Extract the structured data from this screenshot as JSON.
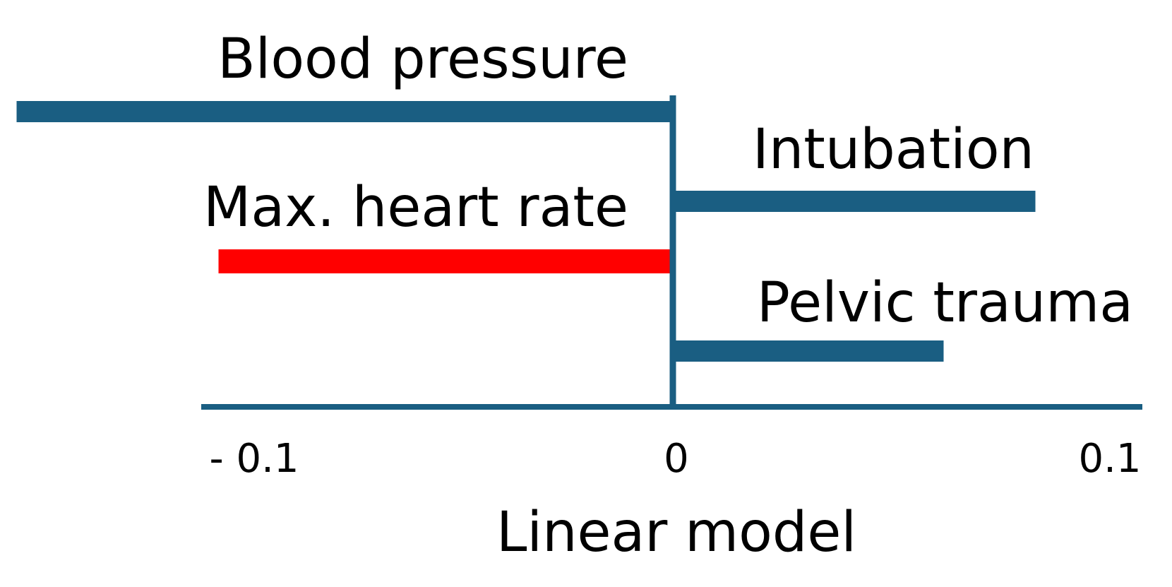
{
  "chart_data": {
    "type": "bar",
    "orientation": "horizontal",
    "xlabel": "Linear model",
    "xlim": [
      -0.1,
      0.1
    ],
    "ticks": [
      {
        "value": -0.1,
        "label": "- 0.1"
      },
      {
        "value": 0,
        "label": "0"
      },
      {
        "value": 0.1,
        "label": "0.1"
      }
    ],
    "bars": [
      {
        "label": "Blood pressure",
        "value": -0.143,
        "color": "#1a5e82"
      },
      {
        "label": "Intubation",
        "value": 0.079,
        "color": "#1a5e82"
      },
      {
        "label": "Max. heart rate",
        "value": -0.099,
        "color": "#ff0000"
      },
      {
        "label": "Pelvic trauma",
        "value": 0.059,
        "color": "#1a5e82"
      }
    ],
    "axis_color": "#1a5e82",
    "grid": false
  }
}
